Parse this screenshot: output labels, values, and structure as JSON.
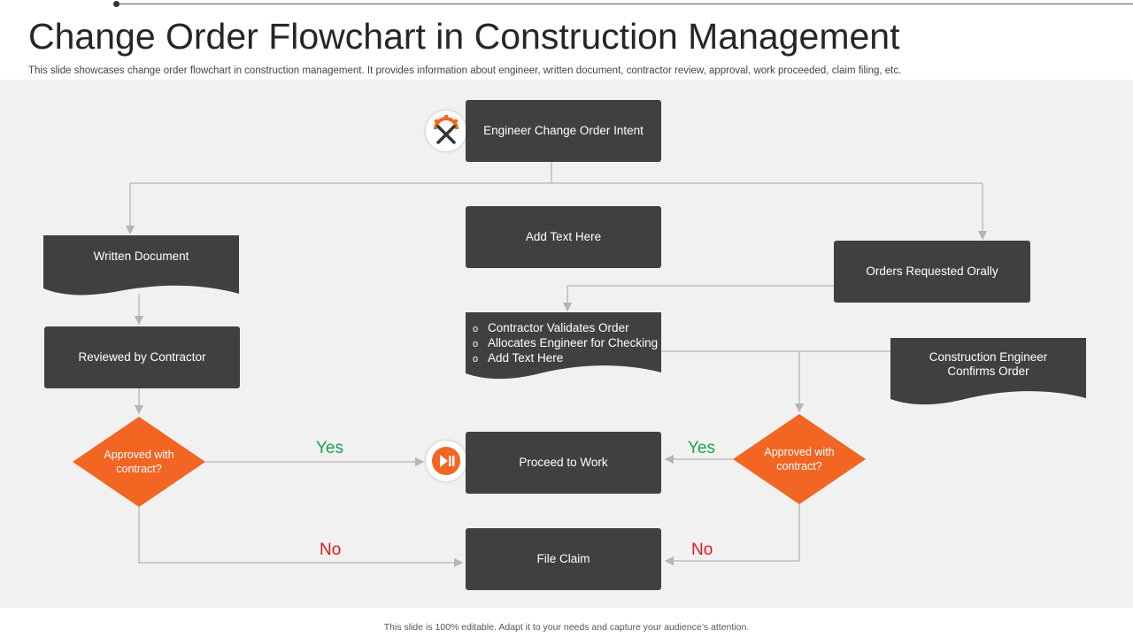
{
  "title": "Change Order Flowchart in Construction Management",
  "subtitle": "This slide showcases change order flowchart in construction management. It provides information about engineer, written document, contractor review, approval, work proceeded, claim filing, etc.",
  "colors": {
    "box": "#404040",
    "accent": "#f26522",
    "yes": "#1aa34a",
    "no": "#e3161b",
    "background": "#f1f1f1"
  },
  "nodes": {
    "intent": "Engineer Change Order Intent",
    "add_text": "Add Text Here",
    "written": "Written Document",
    "oral": "Orders Requested Orally",
    "reviewed": "Reviewed  by Contractor",
    "validate_items": [
      "Contractor Validates Order",
      "Allocates Engineer for Checking",
      "Add Text Here"
    ],
    "confirms": "Construction Engineer Confirms Order",
    "approved_left": "Approved  with contract?",
    "approved_right": "Approved  with contract?",
    "proceed": "Proceed to Work",
    "claim": "File Claim"
  },
  "labels": {
    "yes": "Yes",
    "no": "No"
  },
  "icons": {
    "intent": "gear-tools-icon",
    "proceed": "play-pause-icon"
  },
  "footer": "This slide is 100% editable. Adapt it to your needs and capture your audience’s attention."
}
